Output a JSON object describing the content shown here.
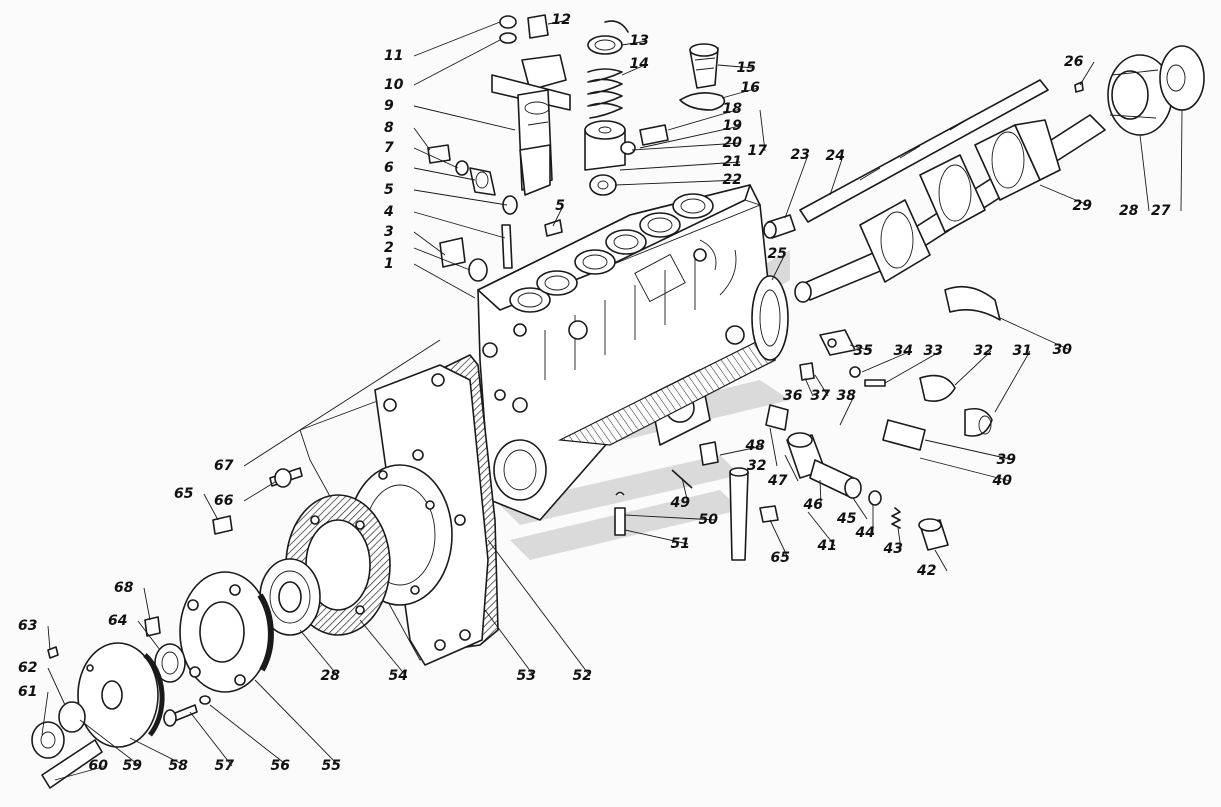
{
  "diagram": {
    "labels": [
      "1",
      "2",
      "3",
      "4",
      "5",
      "5",
      "6",
      "7",
      "8",
      "9",
      "10",
      "11",
      "12",
      "13",
      "14",
      "15",
      "16",
      "17",
      "18",
      "19",
      "20",
      "21",
      "22",
      "23",
      "24",
      "25",
      "26",
      "27",
      "28",
      "28",
      "29",
      "30",
      "31",
      "32",
      "32",
      "33",
      "34",
      "35",
      "36",
      "37",
      "38",
      "39",
      "40",
      "41",
      "42",
      "43",
      "44",
      "45",
      "46",
      "47",
      "48",
      "49",
      "50",
      "51",
      "52",
      "53",
      "54",
      "55",
      "56",
      "57",
      "58",
      "59",
      "60",
      "61",
      "62",
      "63",
      "64",
      "65",
      "65",
      "66",
      "67",
      "68"
    ]
  }
}
